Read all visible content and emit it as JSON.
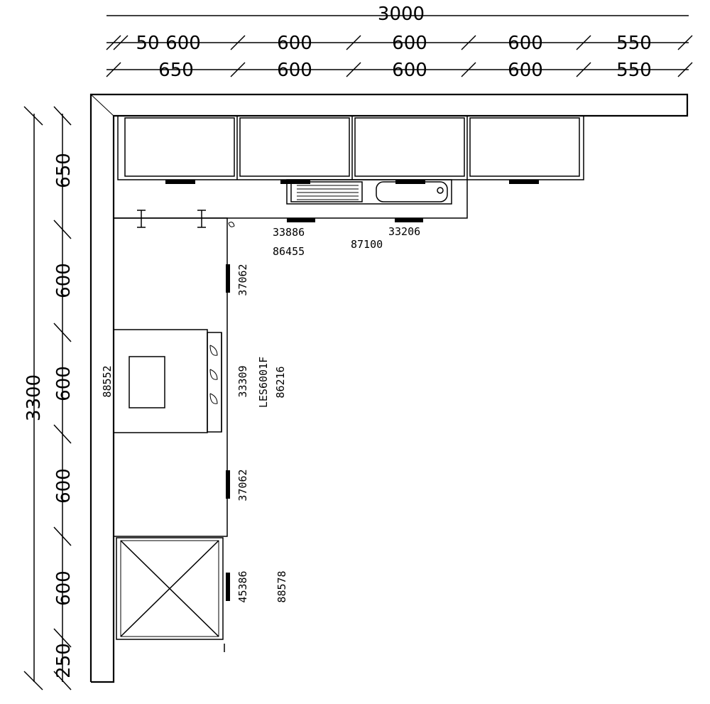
{
  "dimensions": {
    "overall_width": "3000",
    "overall_height": "3300",
    "top_row_1": [
      "50",
      "600",
      "600",
      "600",
      "600",
      "550"
    ],
    "top_row_2": [
      "650",
      "600",
      "600",
      "600",
      "550"
    ],
    "left_segments": [
      "650",
      "600",
      "600",
      "600",
      "600",
      "250"
    ]
  },
  "labels": {
    "l_33886": "33886",
    "l_86455": "86455",
    "l_87100": "87100",
    "l_33206": "33206",
    "l_37062_top": "37062",
    "l_88552": "88552",
    "l_33309": "33309",
    "l_les6001f": "LES6001F",
    "l_86216": "86216",
    "l_37062_bottom": "37062",
    "l_45386": "45386",
    "l_88578": "88578"
  }
}
